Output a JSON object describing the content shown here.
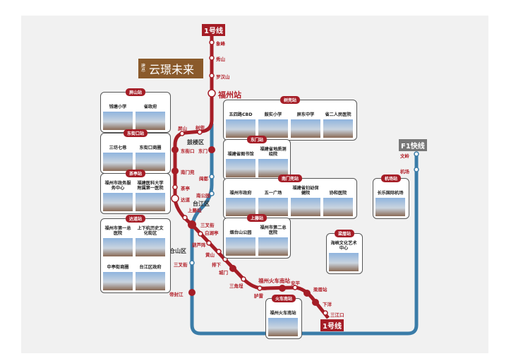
{
  "lines": {
    "line1": "1号线",
    "f1": "F1快线"
  },
  "promo": {
    "small": "建总",
    "title": "云璟未来"
  },
  "colors": {
    "line1": "#a51d26",
    "line4": "#3a7ca8",
    "promo": "#8a5a2b"
  },
  "stations": {
    "taifeng": "象峰",
    "xiushan": "秀山",
    "luohanshan": "罗汉山",
    "fuzhou": "福州站",
    "pingshan": "屏山",
    "shudou": "树兜",
    "dongjiekou": "东街口",
    "dongmen": "东门",
    "nanmendou": "南门兜",
    "chating": "茶亭",
    "dadao": "达道",
    "shangteng": "上藤站",
    "sanchajie": "三叉街",
    "baihuting": "白湖亭",
    "huluzhen": "葫芦阵",
    "huangshan": "黄山",
    "paixia": "排下",
    "chengmen": "城门",
    "sanjiaocheng": "三角埕",
    "lulei": "胪雷",
    "southrail": "福州火车南站",
    "anping": "安平",
    "liangcuo": "梁厝站",
    "xiayang": "下洋",
    "sanjiangkou": "三江口",
    "mindu": "闽都",
    "nangongyuan": "南公园",
    "sanchajie2": "三叉街",
    "difengjiang": "帝封江",
    "wenling": "文岭",
    "airport": "机场"
  },
  "districts": {
    "gulou": "鼓楼区",
    "taijiang": "台江区",
    "cangshan": "仓山区"
  },
  "boxes": [
    {
      "tag": "屏山站",
      "items": [
        "钱塘小学",
        "省政府"
      ]
    },
    {
      "tag": "东街口站",
      "items": [
        "三坊七巷",
        "东街口商圈"
      ]
    },
    {
      "tag": "茶亭站",
      "items": [
        "福州市政务服务中心",
        "福建医科大学附属第一医院"
      ]
    },
    {
      "tag": "达道站",
      "items": [
        "福州市第一总医院",
        "上下杭历史文化街区",
        "中亭街商圈",
        "台江区政府"
      ]
    },
    {
      "tag": "树兜站",
      "items": [
        "五四路CBD",
        "鼓实小学",
        "屏东中学",
        "省二人民医院"
      ]
    },
    {
      "tag": "东门站",
      "items": [
        "福建省图书馆",
        "福建省地质测绘院"
      ]
    },
    {
      "tag": "南门兜站",
      "items": [
        "福州市政府",
        "五一广场",
        "福建省妇幼保健院",
        "协和医院"
      ]
    },
    {
      "tag": "机场站",
      "items": [
        "长乐国际机场"
      ]
    },
    {
      "tag": "上藤站",
      "items": [
        "烟台山公园",
        "福州市第二总医院"
      ]
    },
    {
      "tag": "火车南站",
      "items": [
        "福州火车南站"
      ]
    },
    {
      "tag": "梁厝站",
      "items": [
        "海峡文化艺术中心"
      ]
    }
  ]
}
